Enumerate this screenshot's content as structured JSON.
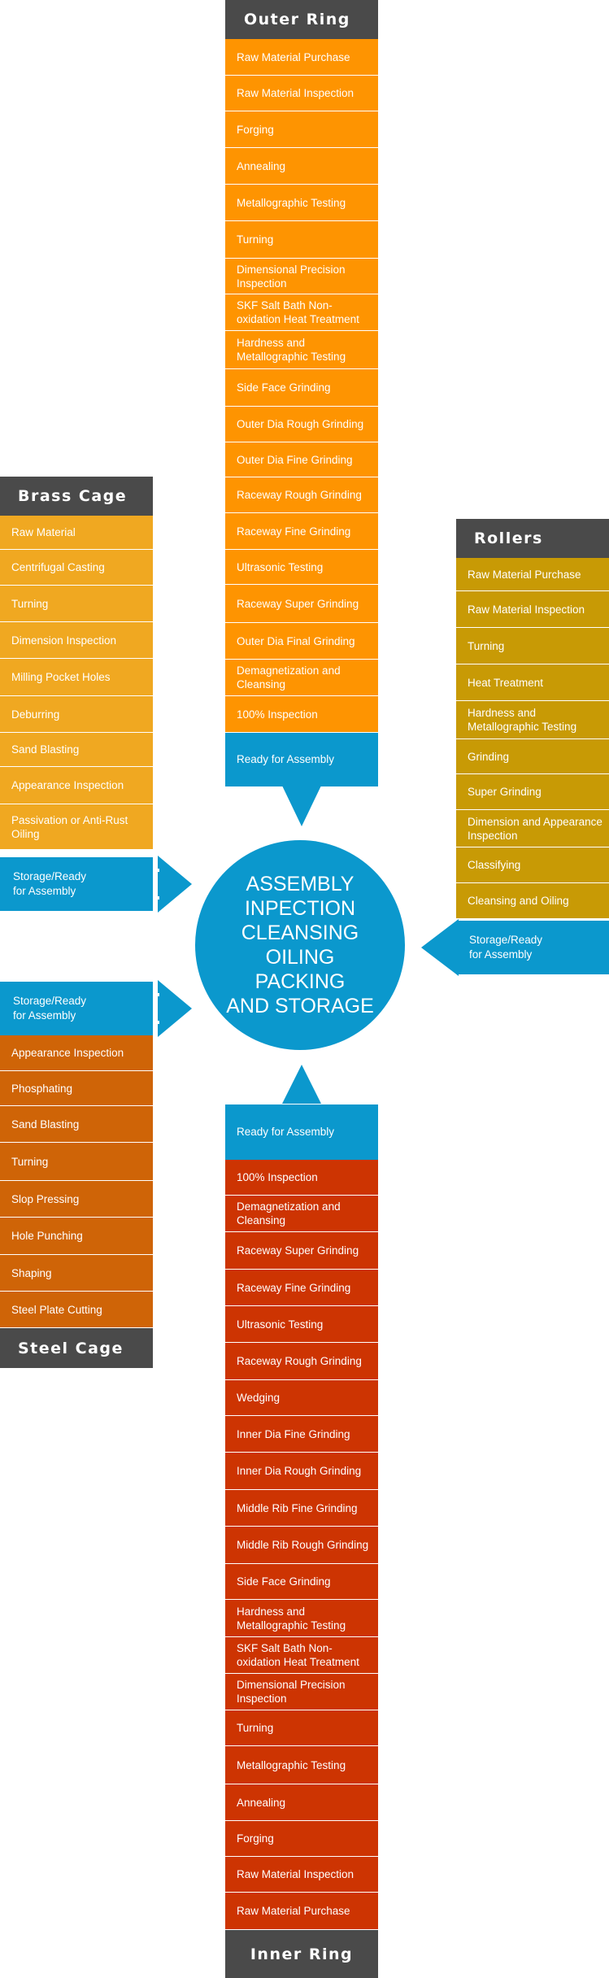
{
  "colors": {
    "outer_ring": "#fe9401",
    "brass_cage": "#f0a821",
    "rollers": "#c89a05",
    "steel_cage": "#cf6407",
    "inner_ring": "#cd3402",
    "assembly_blue": "#0b98cd",
    "header_gray": "#4a4a4a"
  },
  "center": {
    "text": "ASSEMBLY\nINPECTION\nCLEANSING\nOILING\nPACKING\nAND STORAGE"
  },
  "outer_ring": {
    "title": "Outer Ring",
    "steps": [
      "Raw Material Purchase",
      "Raw Material Inspection",
      "Forging",
      " Annealing",
      "Metallographic Testing",
      " Turning",
      "Dimensional Precision Inspection",
      "SKF Salt Bath Non-oxidation Heat  Treatment",
      "Hardness and Metallographic Testing",
      "Side Face Grinding",
      "Outer Dia Rough Grinding",
      "Outer Dia Fine Grinding",
      "Raceway Rough Grinding",
      "Raceway Fine Grinding",
      "Ultrasonic Testing",
      "Raceway Super Grinding",
      "Outer Dia Final Grinding",
      "Demagnetization and Cleansing",
      "100% Inspection"
    ],
    "storage": "Ready for Assembly"
  },
  "brass_cage": {
    "title": "Brass Cage",
    "steps": [
      "Raw Material",
      "Centrifugal Casting",
      "  Turning",
      "Dimension Inspection",
      "Milling Pocket Holes",
      "Deburring",
      "Sand Blasting",
      "Appearance Inspection",
      "Passivation or Anti-Rust Oiling"
    ],
    "storage": "Storage/Ready\nfor Assembly"
  },
  "rollers": {
    "title": "Rollers",
    "steps": [
      "Raw Material Purchase",
      "Raw Material Inspection",
      "Turning",
      "Heat Treatment",
      "Hardness and Metallographic Testing",
      "Grinding",
      "Super Grinding",
      "Dimension and Appearance Inspection",
      "Classifying",
      "Cleansing and Oiling"
    ],
    "storage": "Storage/Ready\nfor Assembly"
  },
  "steel_cage": {
    "title": "Steel Cage",
    "storage": "Storage/Ready\nfor Assembly",
    "steps": [
      "Appearance Inspection",
      "Phosphating",
      "Sand Blasting",
      "  Turning",
      "Slop Pressing",
      "Hole Punching",
      "Shaping",
      "Steel Plate Cutting"
    ]
  },
  "inner_ring": {
    "title": "Inner Ring",
    "storage": "Ready for Assembly",
    "steps": [
      "100% Inspection",
      "Demagnetization and Cleansing",
      "Raceway Super Grinding",
      "Raceway Fine Grinding",
      "Ultrasonic Testing",
      "Raceway Rough Grinding",
      "Wedging",
      "Inner Dia Fine Grinding",
      "Inner Dia Rough Grinding",
      "Middle Rib Fine Grinding",
      "Middle Rib Rough Grinding",
      "Side Face Grinding",
      "Hardness and Metallographic Testing",
      "SKF Salt Bath Non-oxidation Heat Treatment",
      "Dimensional Precision Inspection",
      "Turning",
      "Metallographic Testing",
      "Annealing",
      "Forging",
      "Raw Material Inspection",
      "Raw Material Purchase"
    ]
  }
}
